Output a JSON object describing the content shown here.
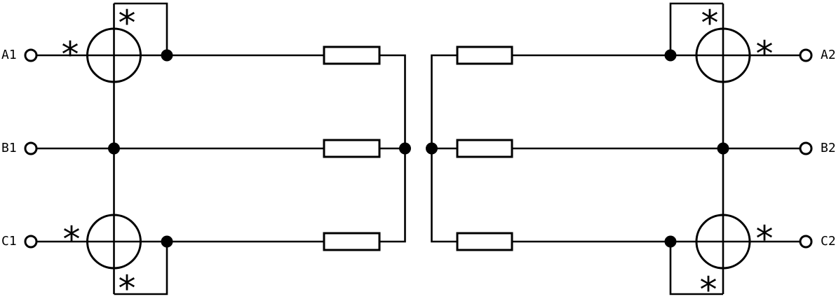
{
  "colors": {
    "stroke": "#000000",
    "background": "#ffffff"
  },
  "terminals": {
    "left": [
      {
        "label": "A1"
      },
      {
        "label": "B1"
      },
      {
        "label": "C1"
      }
    ],
    "right": [
      {
        "label": "A2"
      },
      {
        "label": "B2"
      },
      {
        "label": "C2"
      }
    ]
  },
  "marks": {
    "polarity": "*"
  }
}
